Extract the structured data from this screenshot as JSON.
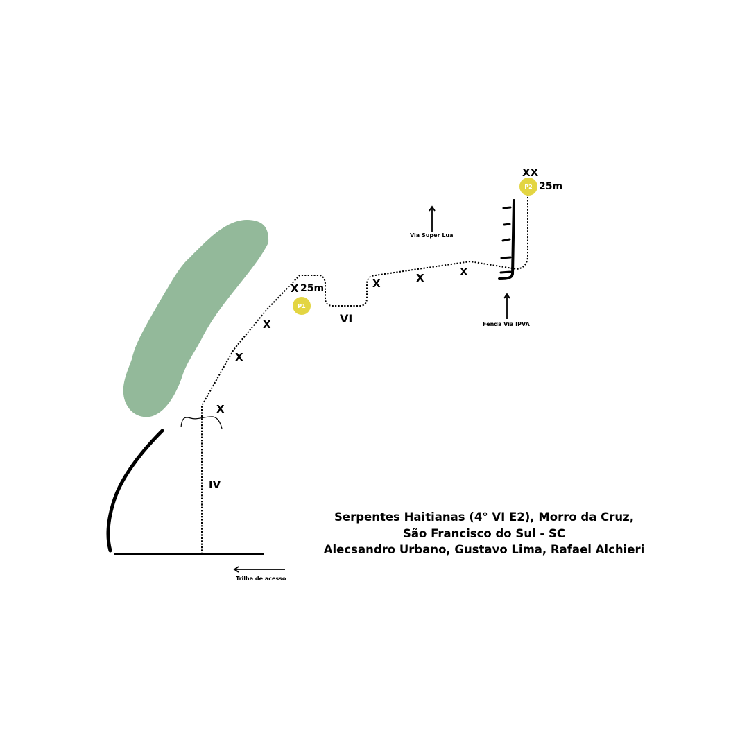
{
  "colors": {
    "vegetation": "#93b99a",
    "anchor": "#e3d542",
    "line": "#000000"
  },
  "route": {
    "bolt_marker": "X",
    "double_bolt_marker": "XX",
    "grades": {
      "pitch1_lower": "IV",
      "pitch1_upper": "VI"
    },
    "anchors": {
      "p1": {
        "label": "P1",
        "length": "25m"
      },
      "p2": {
        "label": "P2",
        "length": "25m"
      }
    }
  },
  "annotations": {
    "via_super_lua": "Via Super Lua",
    "fenda_via_ipva": "Fenda Via IPVA",
    "trilha_de_acesso": "Trilha de acesso"
  },
  "title": {
    "line1": "Serpentes Haitianas (4° VI E2), Morro da Cruz,",
    "line2": "São Francisco do Sul - SC",
    "line3": "Alecsandro Urbano, Gustavo Lima, Rafael Alchieri"
  }
}
